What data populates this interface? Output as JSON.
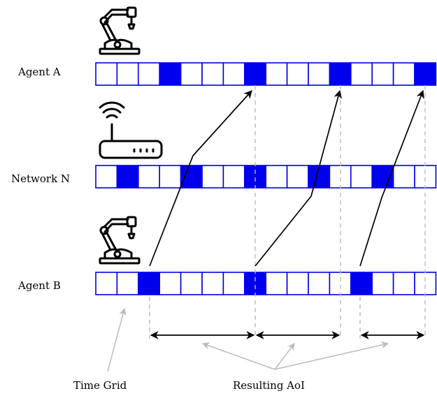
{
  "rows": [
    {
      "label": "Agent A",
      "icon": "robot-arm-icon",
      "filled": [
        3,
        7,
        11,
        15
      ]
    },
    {
      "label": "Network N",
      "icon": "router-icon",
      "filled": [
        1,
        4,
        7,
        10,
        13
      ]
    },
    {
      "label": "Agent B",
      "icon": "robot-arm-icon",
      "filled": [
        2,
        7,
        12
      ]
    }
  ],
  "cells_per_row": 16,
  "annotations": {
    "time_grid": "Time Grid",
    "resulting_aoi": "Resulting AoI"
  },
  "colors": {
    "cell_fill": "#0000ee",
    "cell_border": "#0000ee",
    "path": "#000000",
    "dashed": "#bbbbbb",
    "pointer": "#bbbbbb"
  }
}
